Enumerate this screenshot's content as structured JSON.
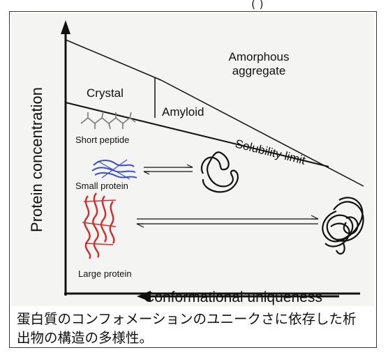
{
  "partial_header": "(  )",
  "diagram": {
    "y_axis_label": "Protein concentration",
    "x_axis_label": "Conformational uniqueness",
    "regions": {
      "crystal": "Crystal",
      "amyloid": "Amyloid",
      "amorphous_line1": "Amorphous",
      "amorphous_line2": "aggregate",
      "solubility_limit": "Solubility limit"
    },
    "proteins": {
      "short": "Short peptide",
      "small": "Small protein",
      "large": "Large protein"
    },
    "colors": {
      "line": "#111111",
      "small_protein": "#3b4bd0",
      "large_protein": "#d42a2a",
      "peptide": "#777777"
    }
  },
  "caption": "蛋白質のコンフォメーションのユニークさに依存した析出物の構造の多様性。"
}
